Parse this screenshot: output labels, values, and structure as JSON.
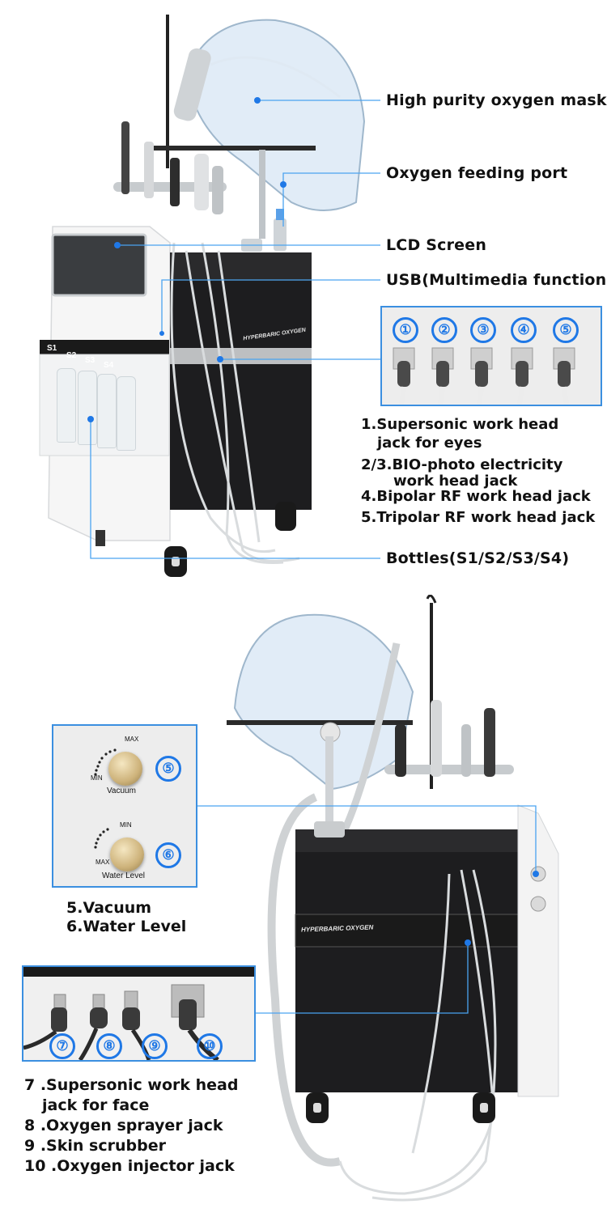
{
  "top_callouts": {
    "mask": "High purity oxygen mask",
    "port": "Oxygen feeding port",
    "lcd": "LCD Screen",
    "usb": "USB(Multimedia function)",
    "bottles": "Bottles(S1/S2/S3/S4)"
  },
  "bottle_labels": [
    "S1",
    "S2",
    "S3",
    "S4"
  ],
  "machine_badge": "HYPERBARIC OXYGEN",
  "jack_numbers_top": [
    "①",
    "②",
    "③",
    "④",
    "⑤"
  ],
  "jack_list_top": [
    "1.Supersonic work head",
    "jack for eyes",
    "2/3.BIO-photo electricity",
    "work head jack",
    "4.Bipolar RF work head jack",
    "5.Tripolar RF work head jack"
  ],
  "knob_panel": {
    "vacuum_max": "MAX",
    "vacuum_min": "MIN",
    "vacuum_label": "Vacuum",
    "vacuum_num": "⑤",
    "water_min": "MIN",
    "water_max": "MAX",
    "water_label": "Water Level",
    "water_num": "⑥"
  },
  "knob_list": [
    "5.Vacuum",
    "6.Water Level"
  ],
  "jack_numbers_bottom": [
    "⑦",
    "⑧",
    "⑨",
    "⑩"
  ],
  "jack_list_bottom": [
    "7 .Supersonic work head",
    "jack for face",
    "8 .Oxygen sprayer jack",
    "9 .Skin scrubber",
    "10 .Oxygen injector jack"
  ],
  "colors": {
    "accent": "#1f78e6",
    "line": "#4aa3f0",
    "cabinet": "#1d1d1f",
    "shell": "#f4f4f4"
  }
}
